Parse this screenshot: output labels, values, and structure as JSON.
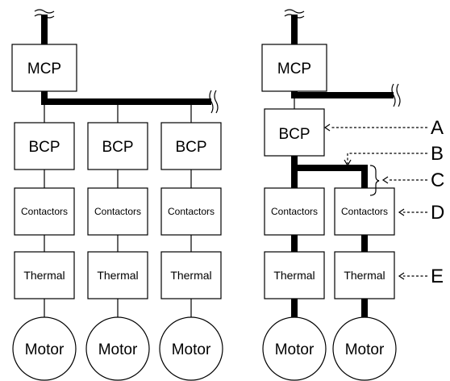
{
  "left_system": {
    "mcp": "MCP",
    "bcp": [
      "BCP",
      "BCP",
      "BCP"
    ],
    "contactors": [
      "Contactors",
      "Contactors",
      "Contactors"
    ],
    "thermal": [
      "Thermal",
      "Thermal",
      "Thermal"
    ],
    "motors": [
      "Motor",
      "Motor",
      "Motor"
    ]
  },
  "right_system": {
    "mcp": "MCP",
    "bcp": "BCP",
    "contactors": [
      "Contactors",
      "Contactors"
    ],
    "thermal": [
      "Thermal",
      "Thermal"
    ],
    "motors": [
      "Motor",
      "Motor"
    ]
  },
  "callouts": [
    "A",
    "B",
    "C",
    "D",
    "E"
  ]
}
